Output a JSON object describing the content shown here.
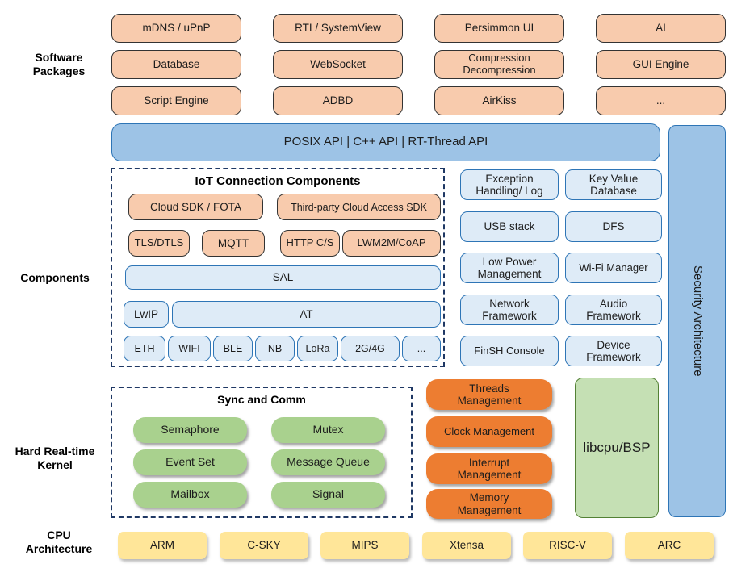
{
  "colors": {
    "package_fill": "#F8CBAD",
    "blue_fill": "#9DC3E6",
    "blue_border": "#2E75B6",
    "lightblue_fill": "#DEEBF7",
    "green_fill": "#A9D18E",
    "mgmt_orange": "#ED7D31",
    "libcpu_fill": "#C5E0B4",
    "libcpu_border": "#538135",
    "yellow_fill": "#FFE699",
    "dashed_border": "#1F3864"
  },
  "sections": {
    "software_packages": {
      "label": "Software\nPackages",
      "items": [
        "mDNS / uPnP",
        "RTI / SystemView",
        "Persimmon UI",
        "AI",
        "Database",
        "WebSocket",
        "Compression\nDecompression",
        "GUI Engine",
        "Script Engine",
        "ADBD",
        "AirKiss",
        "..."
      ]
    },
    "api_bar": {
      "label": "POSIX API  |  C++ API  |  RT-Thread API"
    },
    "security_bar": {
      "label": "Security Architecture"
    },
    "components": {
      "label": "Components",
      "iot": {
        "title": "IoT Connection Components",
        "row1": [
          "Cloud SDK / FOTA",
          "Third-party Cloud Access SDK"
        ],
        "row2": [
          "TLS/DTLS",
          "MQTT",
          "HTTP C/S",
          "LWM2M/CoAP"
        ],
        "sal": "SAL",
        "lwip": "LwIP",
        "at": "AT",
        "links": [
          "ETH",
          "WIFI",
          "BLE",
          "NB",
          "LoRa",
          "2G/4G",
          "..."
        ]
      },
      "modules": [
        "Exception\nHandling/ Log",
        "Key Value\nDatabase",
        "USB stack",
        "DFS",
        "Low Power\nManagement",
        "Wi-Fi Manager",
        "Network\nFramework",
        "Audio\nFramework",
        "FinSH Console",
        "Device\nFramework"
      ]
    },
    "kernel": {
      "label": "Hard Real-time\nKernel",
      "sync_comm": {
        "title": "Sync and Comm",
        "items": [
          "Semaphore",
          "Mutex",
          "Event Set",
          "Message Queue",
          "Mailbox",
          "Signal"
        ]
      },
      "management": [
        "Threads\nManagement",
        "Clock Management",
        "Interrupt\nManagement",
        "Memory\nManagement"
      ],
      "libcpu": "libcpu/BSP"
    },
    "cpu": {
      "label": "CPU\nArchitecture",
      "items": [
        "ARM",
        "C-SKY",
        "MIPS",
        "Xtensa",
        "RISC-V",
        "ARC"
      ]
    }
  }
}
